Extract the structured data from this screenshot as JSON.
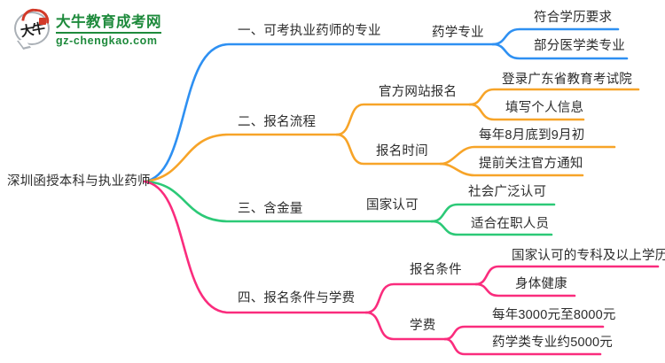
{
  "logo": {
    "icon_text": "大牛",
    "site_name": "大牛教育成考网",
    "site_url": "gz-chengkao.com",
    "brand_green": "#1e8a3c",
    "seal_red": "#d23a29"
  },
  "root": {
    "label": "深圳函授本科与执业药师"
  },
  "branches": [
    {
      "label": "一、可考执业药师的专业",
      "color": "#2e90f2",
      "children": [
        {
          "label": "药学专业",
          "children": [
            {
              "label": "符合学历要求"
            },
            {
              "label": "部分医学类专业"
            }
          ]
        }
      ]
    },
    {
      "label": "二、报名流程",
      "color": "#f7a428",
      "children": [
        {
          "label": "官方网站报名",
          "children": [
            {
              "label": "登录广东省教育考试院"
            },
            {
              "label": "填写个人信息"
            }
          ]
        },
        {
          "label": "报名时间",
          "children": [
            {
              "label": "每年8月底到9月初"
            },
            {
              "label": "提前关注官方通知"
            }
          ]
        }
      ]
    },
    {
      "label": "三、含金量",
      "color": "#2cc977",
      "children": [
        {
          "label": "国家认可",
          "children": [
            {
              "label": "社会广泛认可"
            },
            {
              "label": "适合在职人员"
            }
          ]
        }
      ]
    },
    {
      "label": "四、报名条件与学费",
      "color": "#fa2c7d",
      "children": [
        {
          "label": "报名条件",
          "children": [
            {
              "label": "国家认可的专科及以上学历"
            },
            {
              "label": "身体健康"
            }
          ]
        },
        {
          "label": "学费",
          "children": [
            {
              "label": "每年3000元至8000元"
            },
            {
              "label": "药学类专业约5000元"
            }
          ]
        }
      ]
    }
  ]
}
